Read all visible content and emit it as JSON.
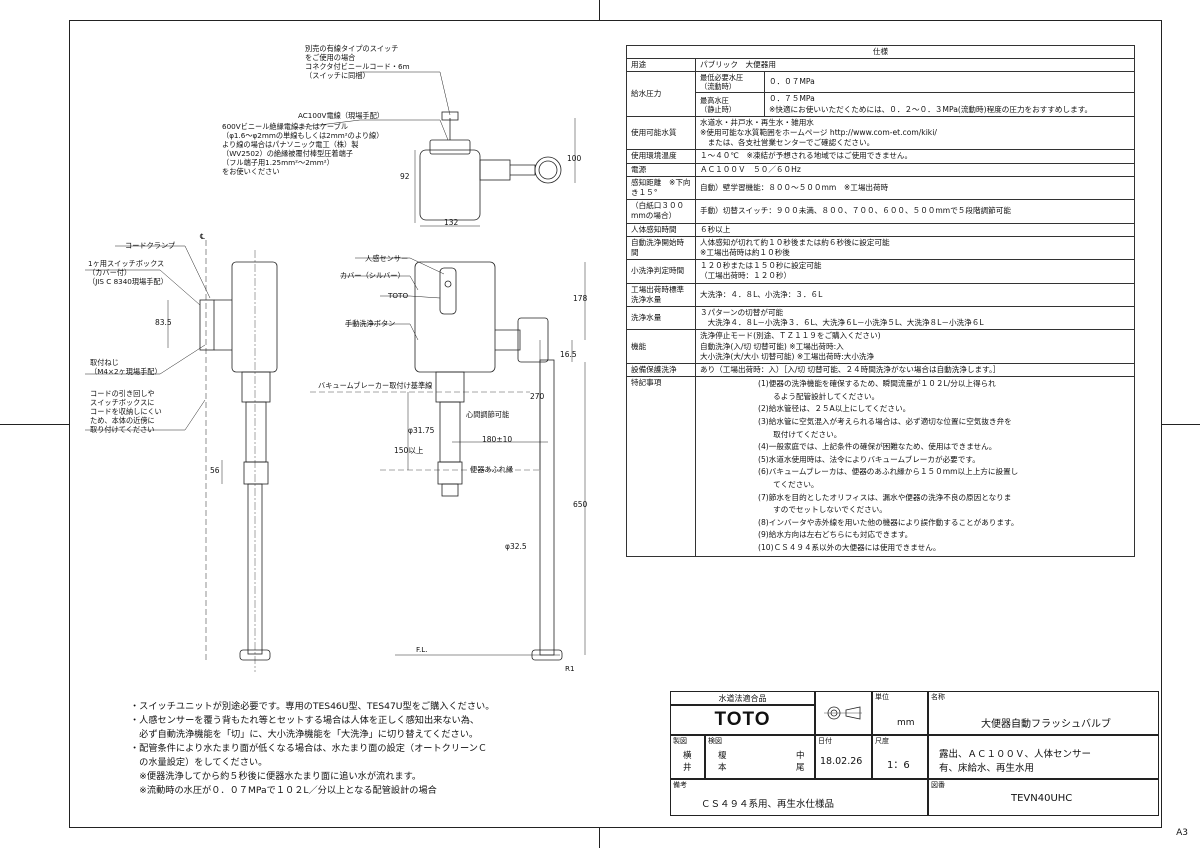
{
  "sheet_size": "A3",
  "drawing": {
    "top_notes": {
      "switch_note": [
        "別売の有線タイプのスイッチ",
        "をご使用の場合",
        "コネクタ付ビニールコード・6m",
        "（スイッチに同梱）"
      ],
      "ac_cable": "AC100V電線（現場手配）",
      "cable_note": [
        "600Vビニール絶縁電線またはケーブル",
        "（φ1.6～φ2mmの単線もしくは2mm²のより線）",
        "より線の場合はパナソニック電工（株）製",
        "（WV2502）の絶縁被覆付棒型圧着端子",
        "（フル端子用1.25mm²～2mm²）",
        "をお使いください"
      ]
    },
    "dims_top": {
      "d100": "100",
      "d92": "92",
      "d132": "132"
    },
    "left_labels": {
      "cord_clamp": "コードクランプ",
      "switch_box": [
        "1ヶ用スイッチボックス",
        "（カバー付）",
        "（JIS C 8340現場手配）"
      ],
      "fixing_screw": [
        "取付ねじ",
        "（M4×2ヶ現場手配）"
      ],
      "cord_note": [
        "コードの引き回しや",
        "スイッチボックスに",
        "コードを収納しにくい",
        "ため、本体の近傍に",
        "取り付けてください"
      ],
      "d83_5": "83.5",
      "d56": "56",
      "c_mark": "℄"
    },
    "right_labels": {
      "sensor": "人感センサー",
      "cover": "カバー（シルバー）",
      "toto": "TOTO",
      "manual_button": "手動洗浄ボタン",
      "vacuum_breaker": "バキュームブレーカー取付け基準線",
      "center_adjust": "心間調節可能",
      "overflow": "便器あふれ縁",
      "fl": "F.L.",
      "r1": "R1",
      "d178": "178",
      "d16_5": "16.5",
      "d270": "270",
      "d150": "150以上",
      "d31_75": "φ31.75",
      "d180": "180±10",
      "d650": "650",
      "d32_5": "φ32.5"
    }
  },
  "spec": {
    "title": "仕様",
    "rows": [
      {
        "key": "用途",
        "value": [
          "パブリック　大便器用"
        ]
      },
      {
        "key": "給水圧力",
        "sub": [
          {
            "label": [
              "最低必要水圧",
              "（流動時）"
            ],
            "value": [
              "０．０７MPa"
            ]
          },
          {
            "label": [
              "最高水圧",
              "（静止時）"
            ],
            "value": [
              "０．７５MPa",
              "※快適にお使いいただくためには、０．２～０．３MPa(流動時)程度の圧力をおすすめします。"
            ]
          }
        ]
      },
      {
        "key": "使用可能水質",
        "value": [
          "水道水・井戸水・再生水・雑用水",
          "※使用可能な水質範囲をホームページ http://www.com-et.com/kiki/",
          "　または、各支社営業センターでご確認ください。"
        ]
      },
      {
        "key": "使用環境温度",
        "value": [
          "１～４０℃　※凍結が予想される地域ではご使用できません。"
        ]
      },
      {
        "key": "電源",
        "value": [
          "ＡＣ１００Ｖ　５０／６０Hz"
        ]
      },
      {
        "key": "感知距離　※下向き１５°",
        "value": [
          "自動）壁学習機能：８００～５００mm　※工場出荷時"
        ]
      },
      {
        "key": "（白紙口３００mmの場合）",
        "value": [
          "手動）切替スイッチ：９００未満、８００、７００、６００、５００mmで５段階調節可能"
        ]
      },
      {
        "key": "人体感知時間",
        "value": [
          "６秒以上"
        ]
      },
      {
        "key": "自動洗浄開始時間",
        "value": [
          "人体感知が切れて約１０秒後または約６秒後に設定可能",
          "※工場出荷時は約１０秒後"
        ]
      },
      {
        "key": "小洗浄判定時間",
        "value": [
          "１２０秒または１５０秒に設定可能",
          "（工場出荷時：１２０秒）"
        ]
      },
      {
        "key": "工場出荷時標準洗浄水量",
        "value": [
          "大洗浄：４．８L、小洗浄：３．６L"
        ]
      },
      {
        "key": "洗浄水量",
        "value": [
          "３パターンの切替が可能",
          "　大洗浄４．８L－小洗浄３．６L、大洗浄６L－小洗浄５L、大洗浄８L－小洗浄６L"
        ]
      },
      {
        "key": "機能",
        "value": [
          "洗浄停止モード(別途、ＴＺ１１９をご購入ください)",
          "自動洗浄(入/切 切替可能) ※工場出荷時:入",
          "大小洗浄(大/大小 切替可能) ※工場出荷時:大小洗浄"
        ]
      },
      {
        "key": "設備保護洗浄",
        "value": [
          "あり（工場出荷時：入）［入/切 切替可能、２４時間洗浄がない場合は自動洗浄します。］"
        ]
      },
      {
        "key": "特記事項",
        "special": true,
        "value": [
          "(1)便器の洗浄機能を確保するため、瞬間流量が１０２L/分以上得られ",
          "　　るよう配管設計してください。",
          "(2)給水管径は、２５A以上にしてください。",
          "(3)給水管に空気混入が考えられる場合は、必ず適切な位置に空気抜き弁を",
          "　　取付けてください。",
          "(4)一般家庭では、上記条件の確保が困難なため、使用はできません。",
          "(5)水道水使用時は、法令によりバキュームブレーカが必要です。",
          "(6)バキュームブレーカは、便器のあふれ縁から１５０mm以上上方に設置し",
          "　　てください。",
          "(7)節水を目的としたオリフィスは、漏水や便器の洗浄不良の原因となりま",
          "　　すのでセットしないでください。",
          "(8)インバータや赤外線を用いた他の機器により誤作動することがあります。",
          "(9)給水方向は左右どちらにも対応できます。",
          "(10)ＣＳ４９４系以外の大便器には使用できません。"
        ]
      }
    ]
  },
  "notes": [
    "・スイッチユニットが別途必要です。専用のTES46U型、TES47U型をご購入ください。",
    "・人感センサーを覆う背もたれ等とセットする場合は人体を正しく感知出来ない為、",
    "　必ず自動洗浄機能を「切」に、大小洗浄機能を「大洗浄」に切り替えてください。",
    "・配管条件により水たまり面が低くなる場合は、水たまり面の設定（オートクリーンＣ",
    "　の水量設定）をしてください。",
    "　※便器洗浄してから約５秒後に便器水たまり面に追い水が流れます。",
    "　※流動時の水圧が０．０７MPaで１０２L／分以上となる配管設計の場合"
  ],
  "title_block": {
    "law": "水道法適合品",
    "brand": "TOTO",
    "unit_label": "単位",
    "unit": "mm",
    "name_label": "名称",
    "name": "大便器自動フラッシュバルブ",
    "drawn_label": "製図",
    "checked_label": "検図",
    "drawn_by": [
      "横",
      "井"
    ],
    "checked_by": [
      "榎",
      "本"
    ],
    "approved_by": [
      "中",
      "尾"
    ],
    "date_label": "日付",
    "date": "18.02.26",
    "scale_label": "尺度",
    "scale": "1：6",
    "desc": [
      "露出、ＡＣ１００Ｖ、人体センサー",
      "有、床給水、再生水用"
    ],
    "remarks_label": "備考",
    "remarks": "ＣＳ４９４系用、再生水仕様品",
    "drawing_no_label": "図番",
    "drawing_no": "TEVN40UHC"
  }
}
